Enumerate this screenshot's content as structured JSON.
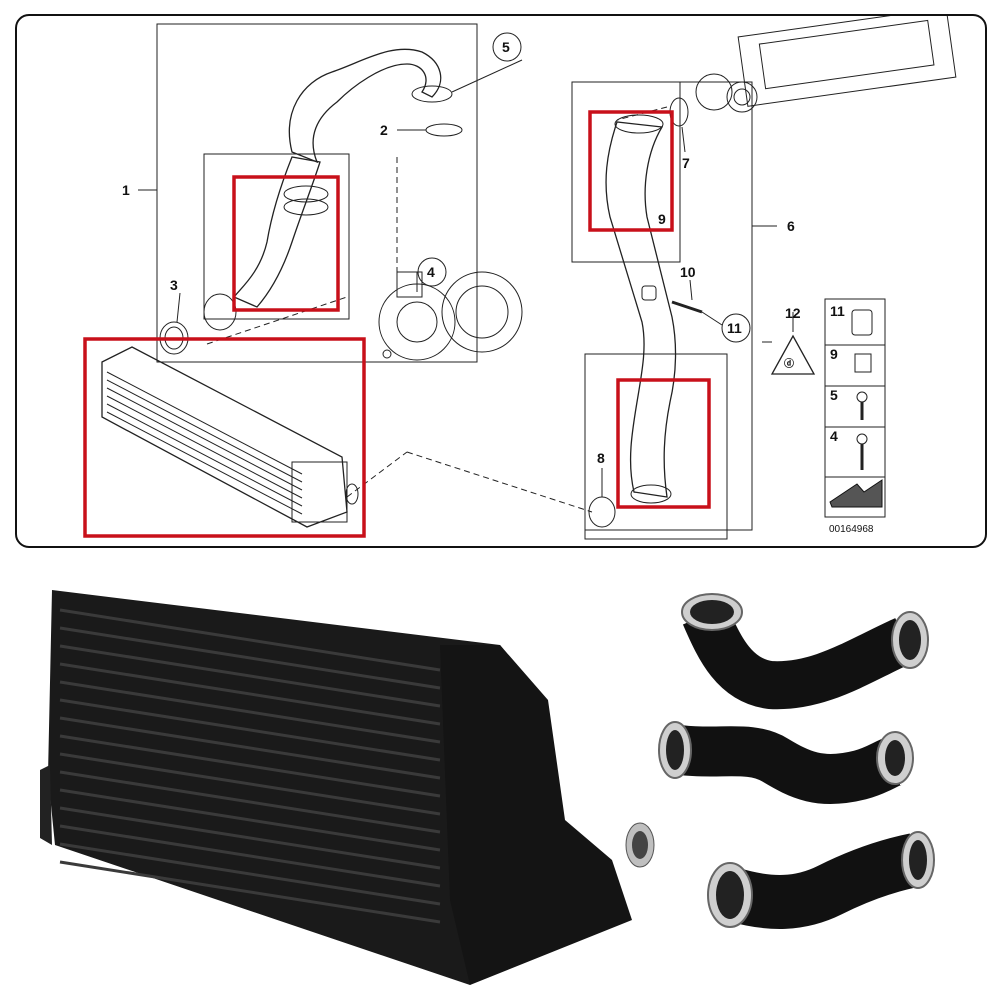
{
  "diagram": {
    "labels": [
      "1",
      "2",
      "3",
      "4",
      "5",
      "6",
      "7",
      "8",
      "9",
      "10",
      "11",
      "12"
    ],
    "legend": {
      "rows": [
        "11",
        "9",
        "5",
        "4"
      ]
    },
    "document_id": "00164968",
    "highlight_color": "#c8101a",
    "line_color": "#222222"
  },
  "photo": {
    "part_color": "#111111",
    "clamp_color": "#c9c9c9"
  }
}
